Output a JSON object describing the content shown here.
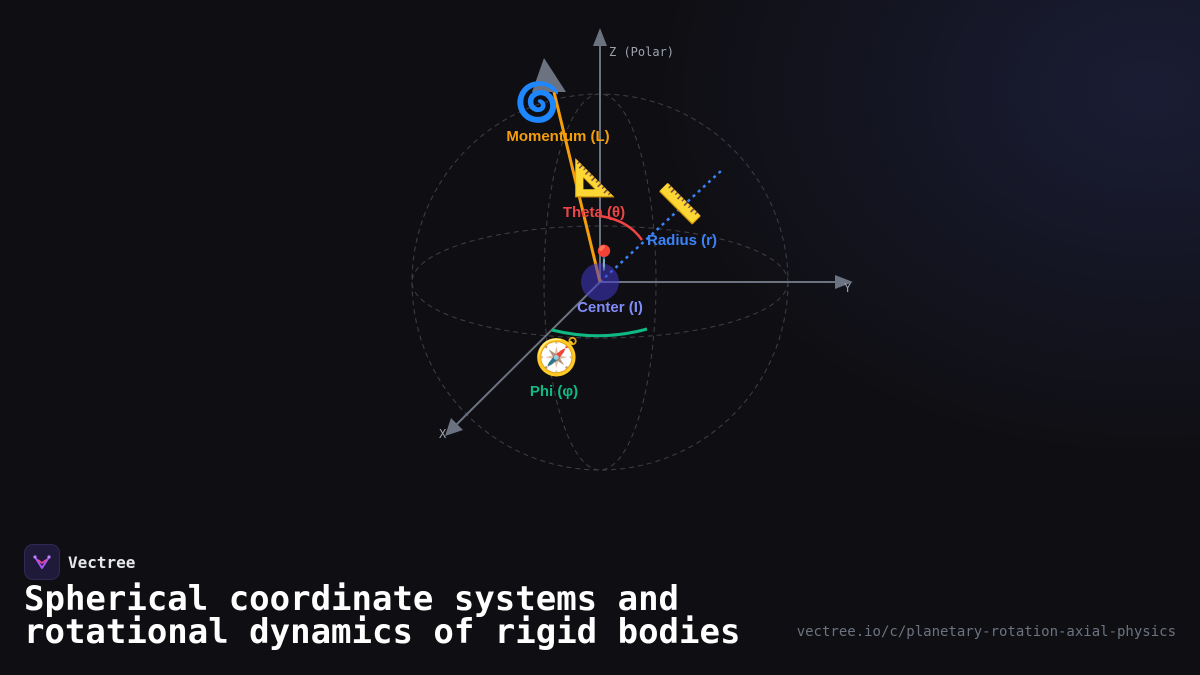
{
  "diagram": {
    "axes": {
      "z": "Z (Polar)",
      "y": "Y",
      "x": "X"
    },
    "vectors": {
      "momentum": {
        "label": "Momentum (L)",
        "icon": "🌀",
        "icon_name": "cyclone-icon",
        "color": "#f59e0b"
      },
      "theta": {
        "label": "Theta (θ)",
        "icon": "📐",
        "icon_name": "triangular-ruler-icon",
        "color": "#ef4444"
      },
      "radius": {
        "label": "Radius (r)",
        "icon": "📏",
        "icon_name": "straight-ruler-icon",
        "color": "#3b82f6"
      },
      "center": {
        "label": "Center (I)",
        "icon": "📍",
        "icon_name": "round-pushpin-icon",
        "color": "#818cf8"
      },
      "phi": {
        "label": "Phi (φ)",
        "icon": "🧭",
        "icon_name": "compass-icon",
        "color": "#10b981"
      }
    }
  },
  "brand": {
    "name": "Vectree",
    "logo": "vectree-logo-icon"
  },
  "title": "Spherical coordinate systems and rotational dynamics of rigid bodies",
  "url": "vectree.io/c/planetary-rotation-axial-physics"
}
